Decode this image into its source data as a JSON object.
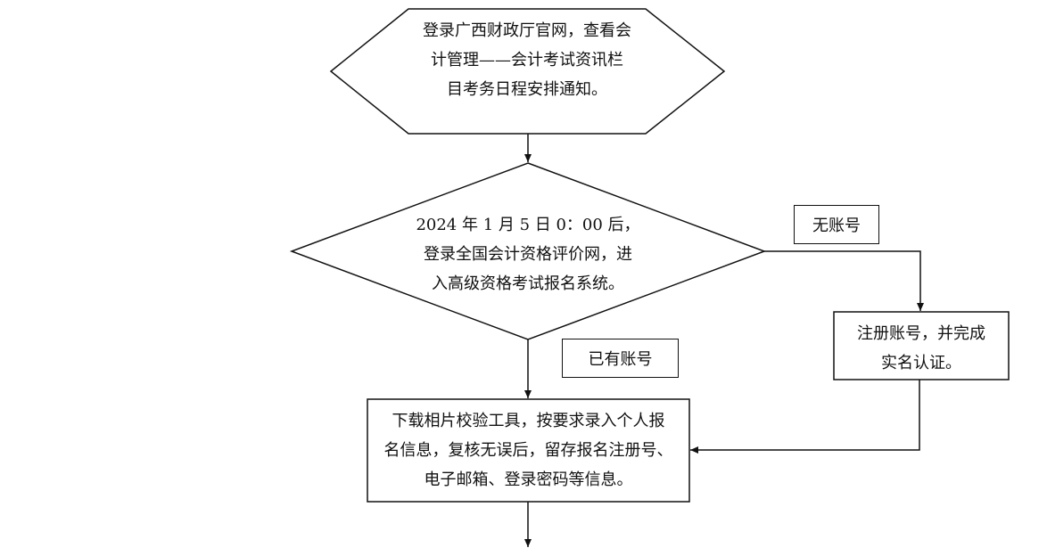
{
  "nodes": {
    "start": {
      "text": "登录广西财政厅官网，查看会\n计管理——会计考试资讯栏\n目考务日程安排通知。"
    },
    "decision": {
      "text": "2024 年 1 月 5 日 0：00 后，\n登录全国会计资格评价网，进\n入高级资格考试报名系统。"
    },
    "register": {
      "text": "注册账号，并完成\n实名认证。"
    },
    "download": {
      "text": "下载相片校验工具，按要求录入个人报\n名信息，复核无误后，留存报名注册号、\n电子邮箱、登录密码等信息。"
    }
  },
  "labels": {
    "no_account": "无账号",
    "has_account": "已有账号"
  }
}
